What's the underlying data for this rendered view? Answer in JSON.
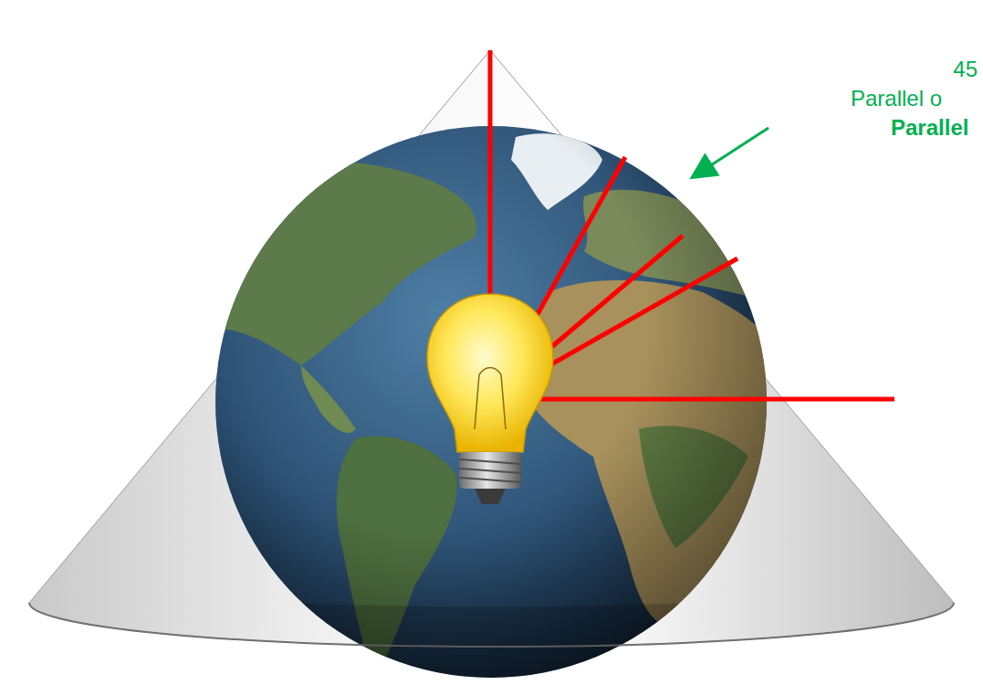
{
  "diagram": {
    "labels": [
      "45",
      "Parallel o",
      "Parallel"
    ]
  }
}
